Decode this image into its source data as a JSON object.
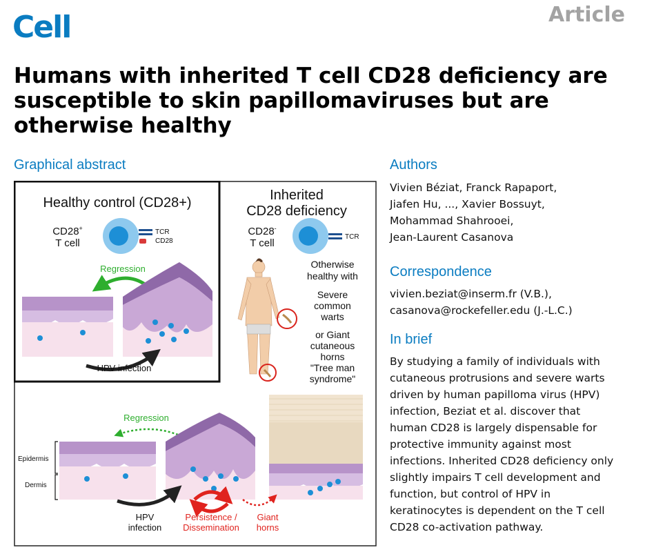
{
  "header": {
    "journal": "Cell",
    "article_type": "Article"
  },
  "title": "Humans with inherited T cell CD28 deficiency are susceptible to skin papillomaviruses but are otherwise healthy",
  "graphical_abstract": {
    "heading": "Graphical abstract",
    "healthy_panel_title": "Healthy control (CD28+)",
    "cd28_pos_label_1": "CD28",
    "cd28_pos_sup": "+",
    "cd28_pos_label_2": "T cell",
    "tcr_label": "TCR",
    "cd28_receptor_label": "CD28",
    "regression_top": "Regression",
    "hpv_infection_top": "HPV infection",
    "deficiency_title_1": "Inherited",
    "deficiency_title_2": "CD28 deficiency",
    "cd28_neg_label_1": "CD28",
    "cd28_neg_sup": "-",
    "cd28_neg_label_2": "T cell",
    "tcr_label_neg": "TCR",
    "otherwise_lines": [
      "Otherwise",
      "healthy with"
    ],
    "severe_lines": [
      "Severe",
      "common",
      "warts"
    ],
    "giant_lines": [
      "or Giant",
      "cutaneous",
      "horns",
      "\"Tree man",
      "syndrome\""
    ],
    "regression_bottom": "Regression",
    "epidermis": "Epidermis",
    "dermis": "Dermis",
    "hpv_bottom_1": "HPV",
    "hpv_bottom_2": "infection",
    "persistence_1": "Persistence /",
    "persistence_2": "Dissemination",
    "giant_1": "Giant",
    "giant_2": "horns",
    "colors": {
      "regression": "#2eae2e",
      "persistence": "#e0231e",
      "cell": "#1d8fd6",
      "epidermis": "#c9a8d6",
      "dermis": "#f7e1ec",
      "horn": "#f1e4d0"
    }
  },
  "authors": {
    "heading": "Authors",
    "lines": [
      "Vivien Béziat, Franck Rapaport,",
      "Jiafen Hu, ..., Xavier Bossuyt,",
      "Mohammad Shahrooei,",
      "Jean-Laurent Casanova"
    ]
  },
  "correspondence": {
    "heading": "Correspondence",
    "lines": [
      "vivien.beziat@inserm.fr (V.B.),",
      "casanova@rockefeller.edu (J.-L.C.)"
    ]
  },
  "in_brief": {
    "heading": "In brief",
    "lines": [
      "By studying a family of individuals with",
      "cutaneous protrusions and severe warts",
      "driven by human papilloma virus (HPV)",
      "infection, Beziat et al. discover that",
      "human CD28 is largely dispensable for",
      "protective immunity against most",
      "infections. Inherited CD28 deficiency only",
      "slightly impairs T cell development and",
      "function, but control of HPV in",
      "keratinocytes is dependent on the T cell",
      "CD28 co-activation pathway."
    ]
  }
}
